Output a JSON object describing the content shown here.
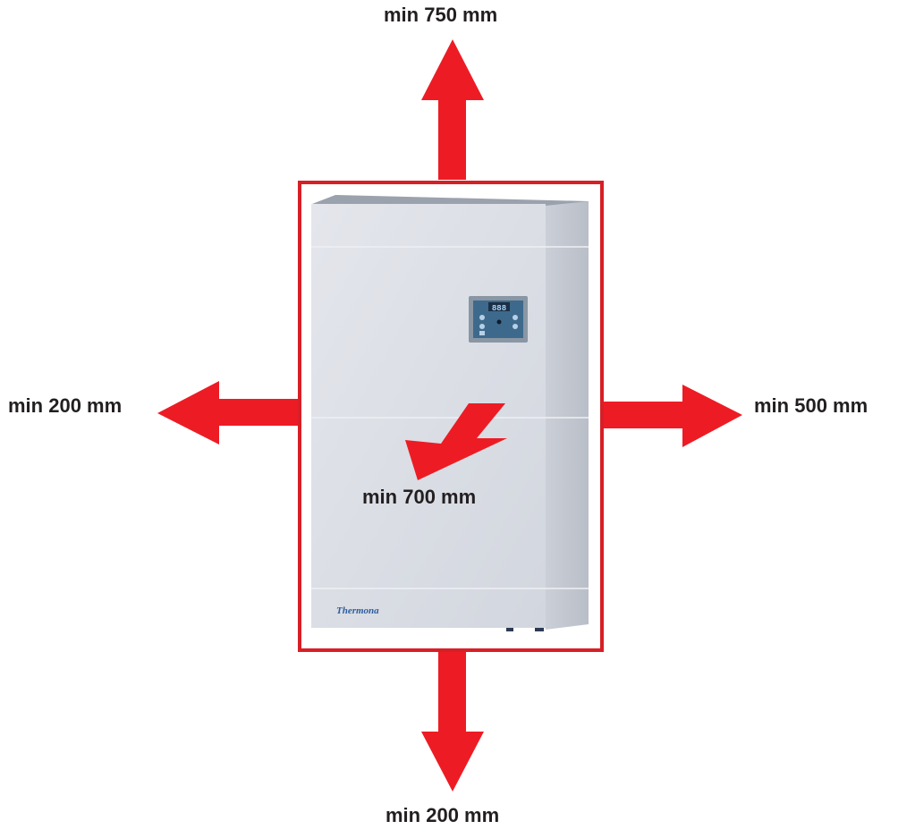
{
  "clearances": {
    "top": "min 750 mm",
    "left": "min 200 mm",
    "right": "min 500 mm",
    "front": "min 700 mm",
    "bottom": "min 200 mm"
  },
  "unit": {
    "brand": "Thermona",
    "display_digits": "888"
  },
  "colors": {
    "arrow": "#ed1c24",
    "outline": "#d71f26",
    "casing_front": "#dcdfe6",
    "casing_side": "#c3c8d1",
    "casing_top": "#9aa2ad",
    "panel_frame": "#8a96a4",
    "panel_screen": "#3d6a8c",
    "brand_text": "#2b5d9e"
  }
}
